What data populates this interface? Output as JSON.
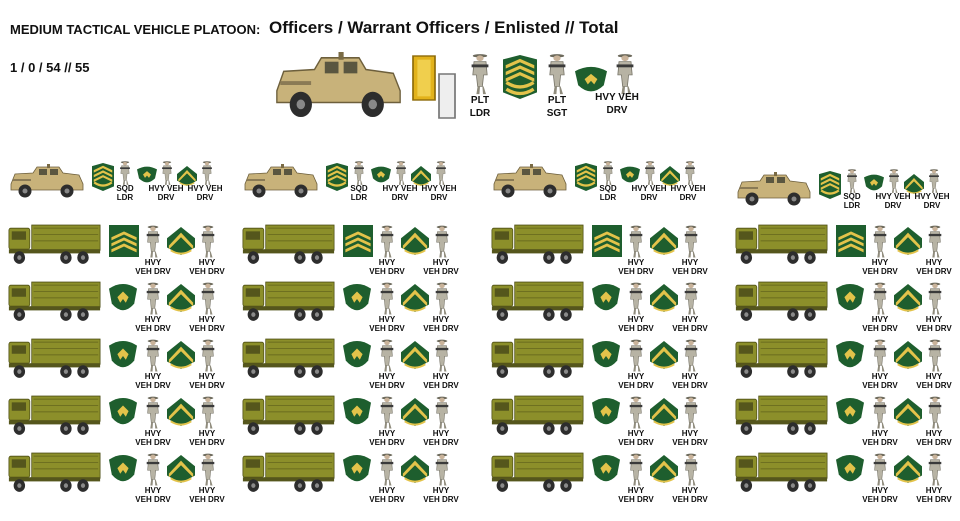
{
  "header": {
    "title_unit": "MEDIUM TACTICAL VEHICLE PLATOON:",
    "title_categories": "Officers / Warrant Officers / Enlisted //  Total",
    "totals": "1 / 0 / 54 // 55"
  },
  "hq": {
    "plt_ldr": [
      "PLT",
      "LDR"
    ],
    "plt_sgt": [
      "PLT",
      "SGT"
    ],
    "hvy_veh_drv": [
      "HVY VEH",
      "DRV"
    ]
  },
  "squad_labels": {
    "sqd_ldr": [
      "SQD",
      "LDR"
    ],
    "hvy_veh_drv": [
      "HVY VEH",
      "DRV"
    ],
    "truck_drv": [
      "HVY",
      "VEH DRV"
    ]
  },
  "colors": {
    "mrap": "#c8b27a",
    "truck": "#8c8f2a",
    "rank_green": "#1e5e2e",
    "rank_gold": "#e3c34a",
    "officer_gold": "#e2b21b",
    "soldier": "#b7b3a4"
  },
  "icons": [
    "mrap-vehicle-icon",
    "cargo-truck-icon",
    "second-lieutenant-insignia-icon",
    "sergeant-first-class-insignia-icon",
    "staff-sergeant-insignia-icon",
    "sergeant-insignia-icon",
    "specialist-insignia-icon",
    "private-first-class-insignia-icon",
    "soldier-icon"
  ]
}
